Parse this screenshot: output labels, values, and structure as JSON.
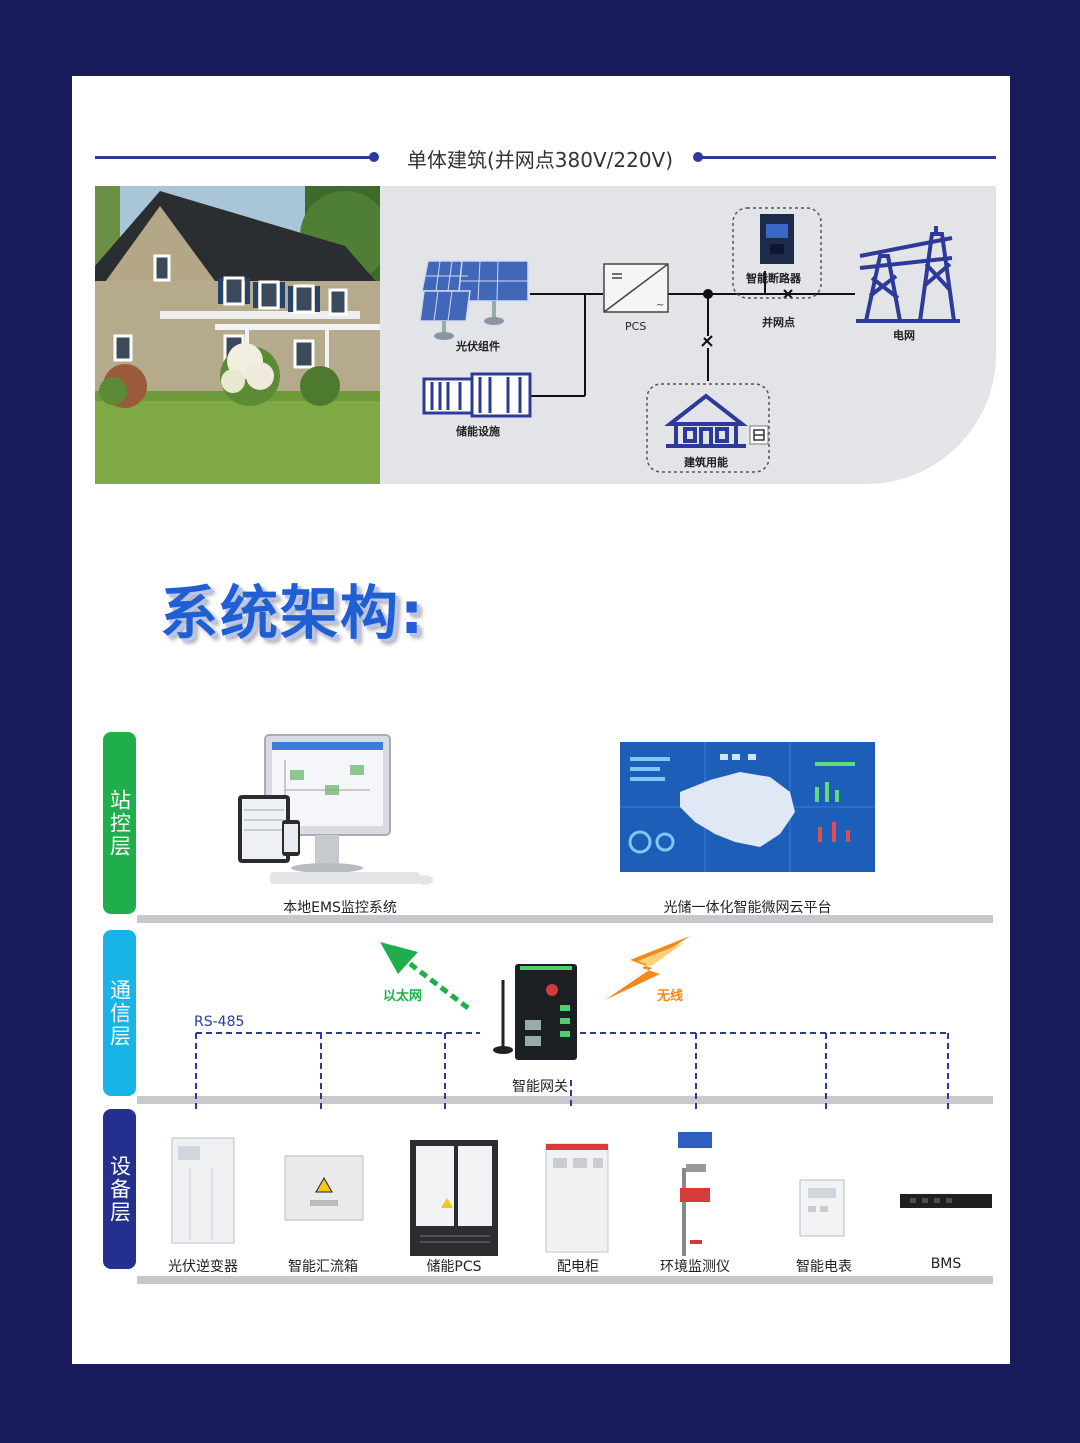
{
  "header": {
    "title": "单体建筑(并网点380V/220V)"
  },
  "top_diagram": {
    "pv": "光伏组件",
    "storage": "储能设施",
    "pcs": "PCS",
    "breaker": "智能断路器",
    "grid_point": "并网点",
    "grid": "电网",
    "building": "建筑用能"
  },
  "section_title": "系统架构:",
  "layers": {
    "station": "站控层",
    "comm": "通信层",
    "device": "设备层"
  },
  "station": {
    "ems": "本地EMS监控系统",
    "cloud": "光储一体化智能微网云平台"
  },
  "comm": {
    "ethernet": "以太网",
    "wireless": "无线",
    "rs485": "RS-485",
    "gateway": "智能网关"
  },
  "devices": {
    "inverter": "光伏逆变器",
    "combiner": "智能汇流箱",
    "pcs": "储能PCS",
    "cabinet": "配电柜",
    "env": "环境监测仪",
    "meter": "智能电表",
    "bms": "BMS"
  },
  "colors": {
    "frame": "#191c5c",
    "accent_blue": "#2d3a9a",
    "station_green": "#1fae4b",
    "comm_cyan": "#18b4e8",
    "device_navy": "#23308f",
    "ethernet_green": "#1fae4b",
    "wireless_orange": "#f08a1d"
  }
}
